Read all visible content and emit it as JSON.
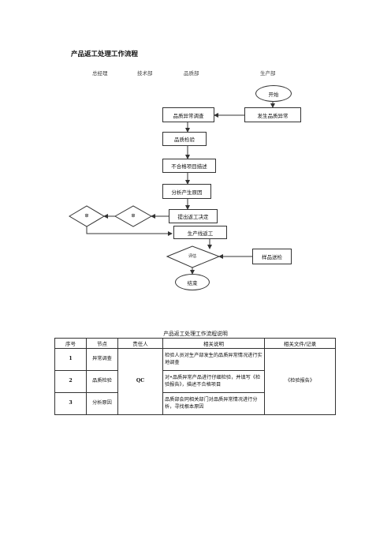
{
  "doc": {
    "title": "产品返工处理工作流程"
  },
  "departments": [
    "总经理",
    "技术部",
    "品质部",
    "生产部"
  ],
  "flow": {
    "start": "开始",
    "occur": "发生品质异常",
    "investigate": "品质异常调查",
    "inspect": "品质检验",
    "describe": "不合格项目描述",
    "analyze": "分析产生原因",
    "propose": "提出返工决定",
    "approve1": "审",
    "approve2": "审",
    "rework": "生产线返工",
    "sample": "样品送检",
    "evaluate": "评估",
    "end": "结束"
  },
  "table": {
    "caption": "产品返工处理工作流程说明",
    "headers": [
      "序号",
      "节点",
      "责任人",
      "相关说明",
      "相关文件/记录"
    ],
    "responsible": "QC",
    "record": "《检验报告》",
    "rows": [
      {
        "no": "1",
        "node": "异常调查",
        "desc": "检验人员对生产部发生的品质异常情况进行实地调查"
      },
      {
        "no": "2",
        "node": "品质检验",
        "desc": "对•品质异常产品进行仔细检验，并填写《检验报告》，描述不合格项目"
      },
      {
        "no": "3",
        "node": "分析原因",
        "desc": "品质部会同相关部门对品质异常情况进行分析，寻找根本原因"
      }
    ]
  }
}
